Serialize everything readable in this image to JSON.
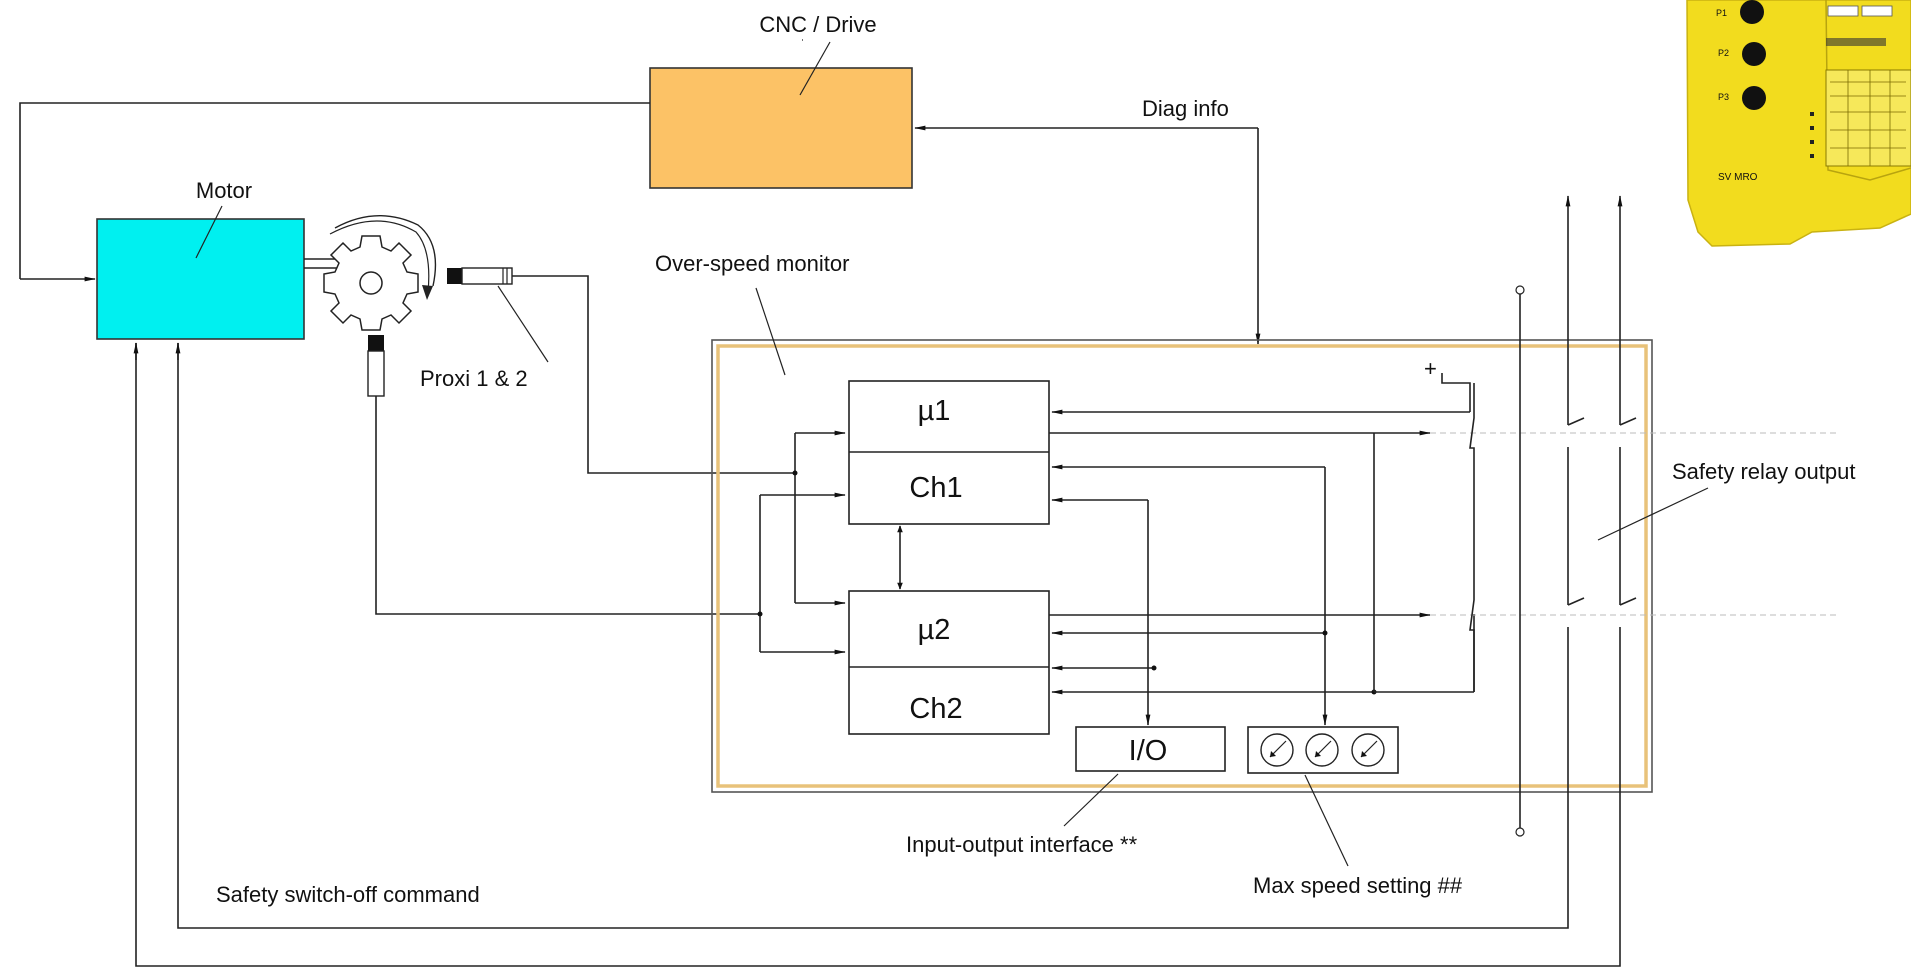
{
  "diagram": {
    "labels": {
      "cnc_drive": "CNC / Drive",
      "diag_info": "Diag info",
      "motor": "Motor",
      "over_speed_monitor": "Over-speed monitor",
      "proxi": "Proxi 1 & 2",
      "mu1": "µ1",
      "ch1": "Ch1",
      "mu2": "µ2",
      "ch2": "Ch2",
      "io": "I/O",
      "safety_relay_output": "Safety relay output",
      "io_interface": "Input-output interface **",
      "max_speed": "Max speed setting ##",
      "safety_switch_off": "Safety switch-off command",
      "plus": "+"
    },
    "device_photo": {
      "dial_labels": [
        "P1",
        "P2",
        "P3"
      ],
      "model": "SV MRO"
    },
    "colors": {
      "cnc_fill": "#FCC266",
      "motor_fill": "#00F0F0",
      "monitor_border": "#E8C27A",
      "device_yellow": "#F2DC1E"
    }
  }
}
